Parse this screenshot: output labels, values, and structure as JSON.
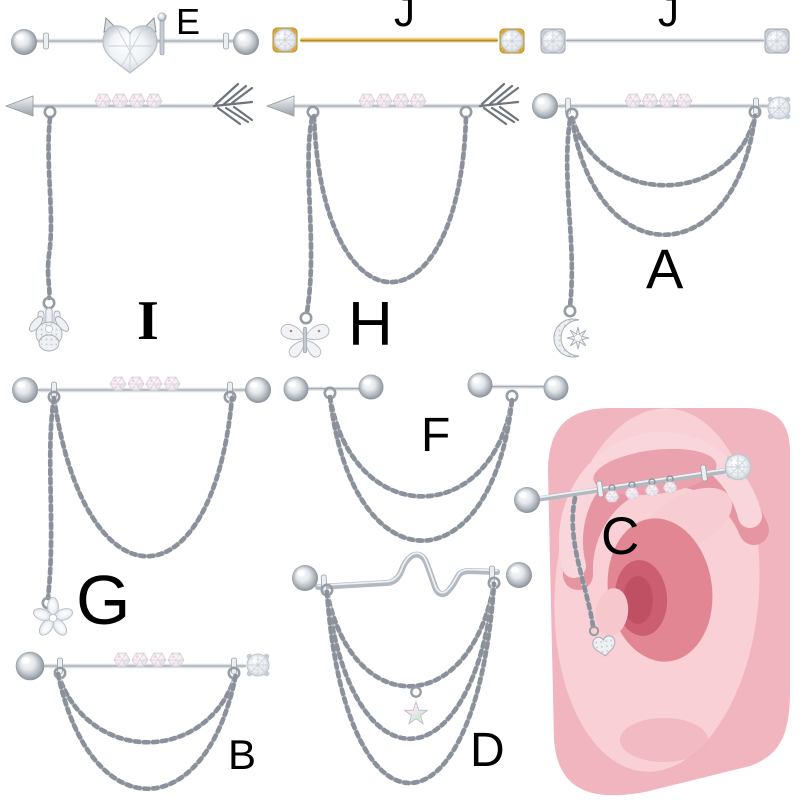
{
  "background": "#ffffff",
  "labels": {
    "e": "E",
    "j_gold": "J",
    "j_silver": "J",
    "i": "I",
    "h": "H",
    "a": "A",
    "g": "G",
    "f": "F",
    "c": "C",
    "b": "B",
    "d": "D"
  },
  "items": [
    {
      "id": "E",
      "label": "E",
      "description": "silver industrial barbell with devil-heart crystal charm"
    },
    {
      "id": "J1",
      "label": "J",
      "description": "gold industrial barbell with round crystal prong ends"
    },
    {
      "id": "J2",
      "label": "J",
      "description": "silver industrial barbell with round crystal prong ends"
    },
    {
      "id": "I",
      "label": "I",
      "description": "arrow industrial barbell with iridescent beads and hamsa hand charm on long chain"
    },
    {
      "id": "H",
      "label": "H",
      "description": "arrow industrial barbell with draped chain and butterfly crystal charm"
    },
    {
      "id": "A",
      "label": "A",
      "description": "industrial barbell with beads, two draped chains and moon-star charm"
    },
    {
      "id": "G",
      "label": "G",
      "description": "industrial barbell with beads, draped chain and flower crystal charm"
    },
    {
      "id": "F",
      "label": "F",
      "description": "two cartilage studs linked by two draped chains"
    },
    {
      "id": "C",
      "label": "C",
      "description": "industrial barbell with beads and pave heart chain shown on pink silicone ear display"
    },
    {
      "id": "B",
      "label": "B",
      "description": "industrial barbell with beads, crystal end and two draped chains"
    },
    {
      "id": "D",
      "label": "D",
      "description": "wave industrial barbell with three draped chains and iridescent star charm"
    }
  ],
  "palette": {
    "silver": "#c7ccd2",
    "silver_dark": "#868d96",
    "gold": "#d2a436",
    "crystal": "#f2f4f7",
    "iridescent_pink": "#f3c4e0",
    "iridescent_green": "#cfe9d2",
    "ear_pink": "#f1b5bf",
    "ear_pink_light": "#f8d0d6",
    "ear_pink_deep": "#cb5f71",
    "label_color": "#000000"
  }
}
